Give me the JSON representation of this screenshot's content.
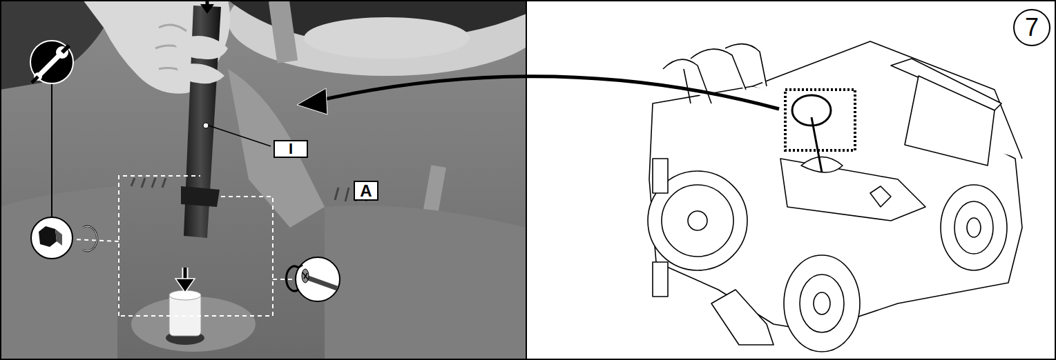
{
  "diagram": {
    "labels": [
      "7",
      "I",
      "A"
    ]
  }
}
